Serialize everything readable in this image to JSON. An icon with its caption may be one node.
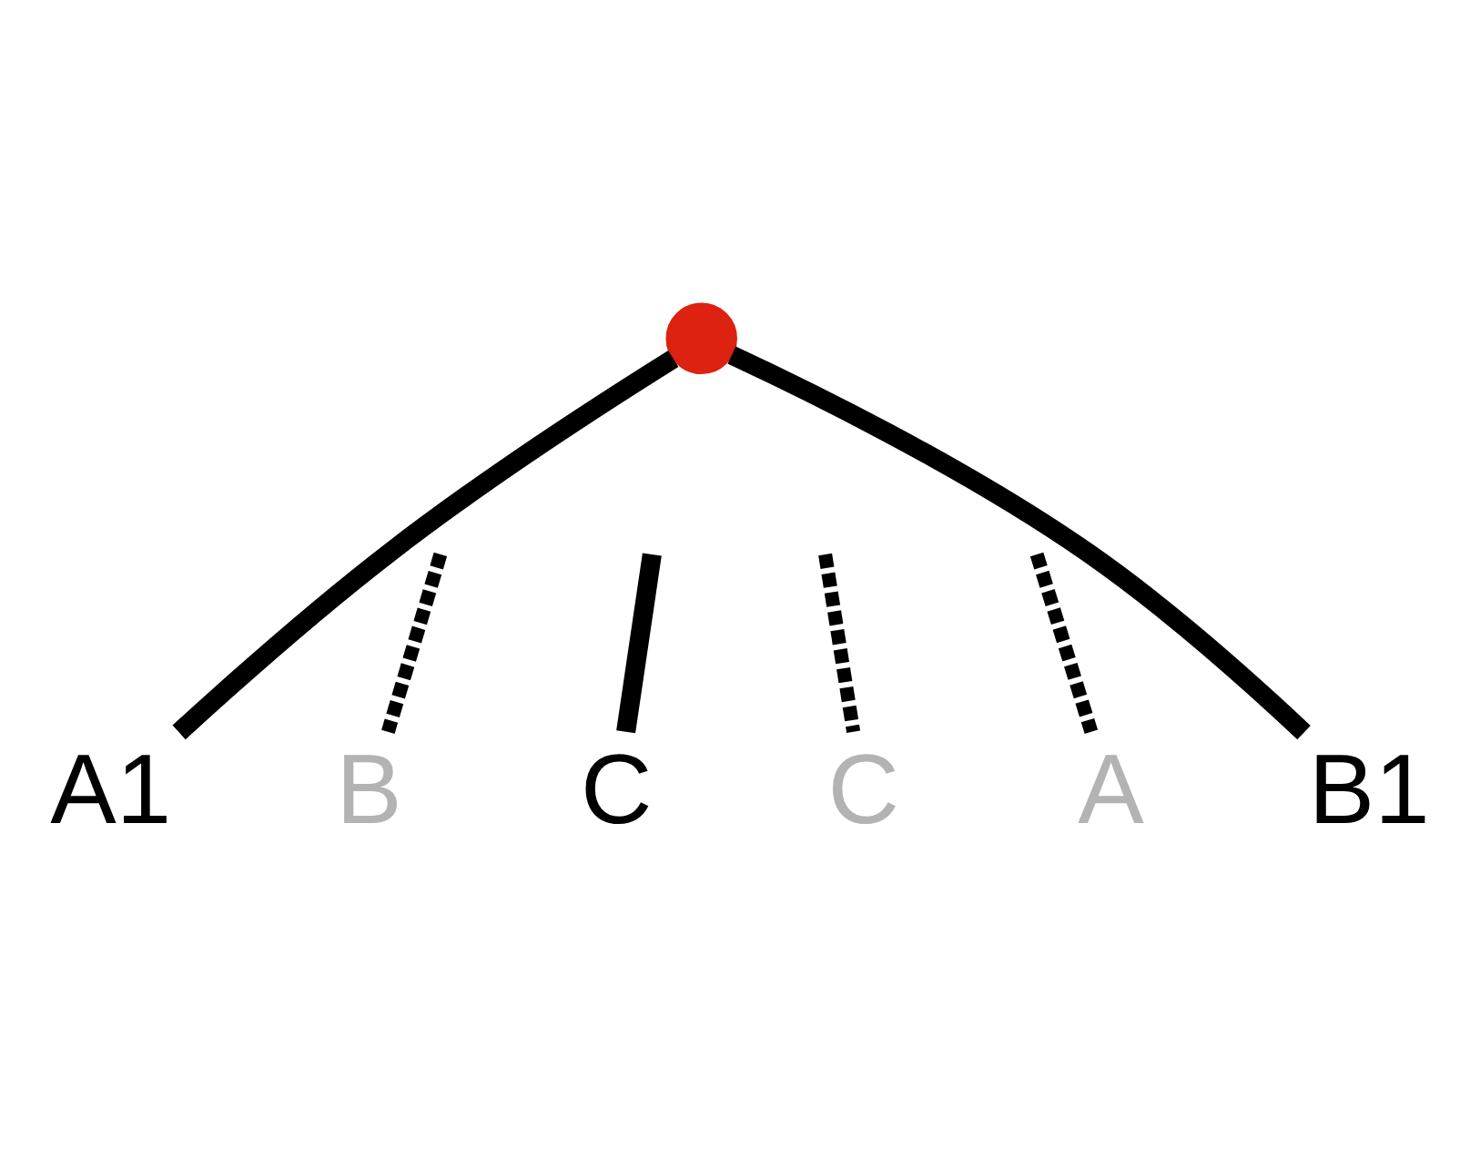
{
  "diagram": {
    "nodes": [
      {
        "text": [],
        "shape": "circle"
      },
      {
        "text": [
          "A1"
        ]
      },
      {
        "text": [
          "B"
        ]
      },
      {
        "text": [
          "C"
        ]
      },
      {
        "text": [
          "C"
        ]
      },
      {
        "text": [
          "A"
        ]
      },
      {
        "text": [
          "B1"
        ]
      }
    ],
    "edges": [
      {
        "from": 0,
        "to": 1,
        "arrow": "none"
      },
      {
        "from": 0,
        "to": 6,
        "arrow": "none"
      },
      {
        "from": null,
        "to": 3,
        "arrow": "none"
      },
      {
        "from": null,
        "to": 2,
        "arrow": "none",
        "style": "dashed"
      },
      {
        "from": null,
        "to": 4,
        "arrow": "none",
        "style": "dashed"
      },
      {
        "from": null,
        "to": 5,
        "arrow": "none",
        "style": "dashed"
      }
    ]
  }
}
